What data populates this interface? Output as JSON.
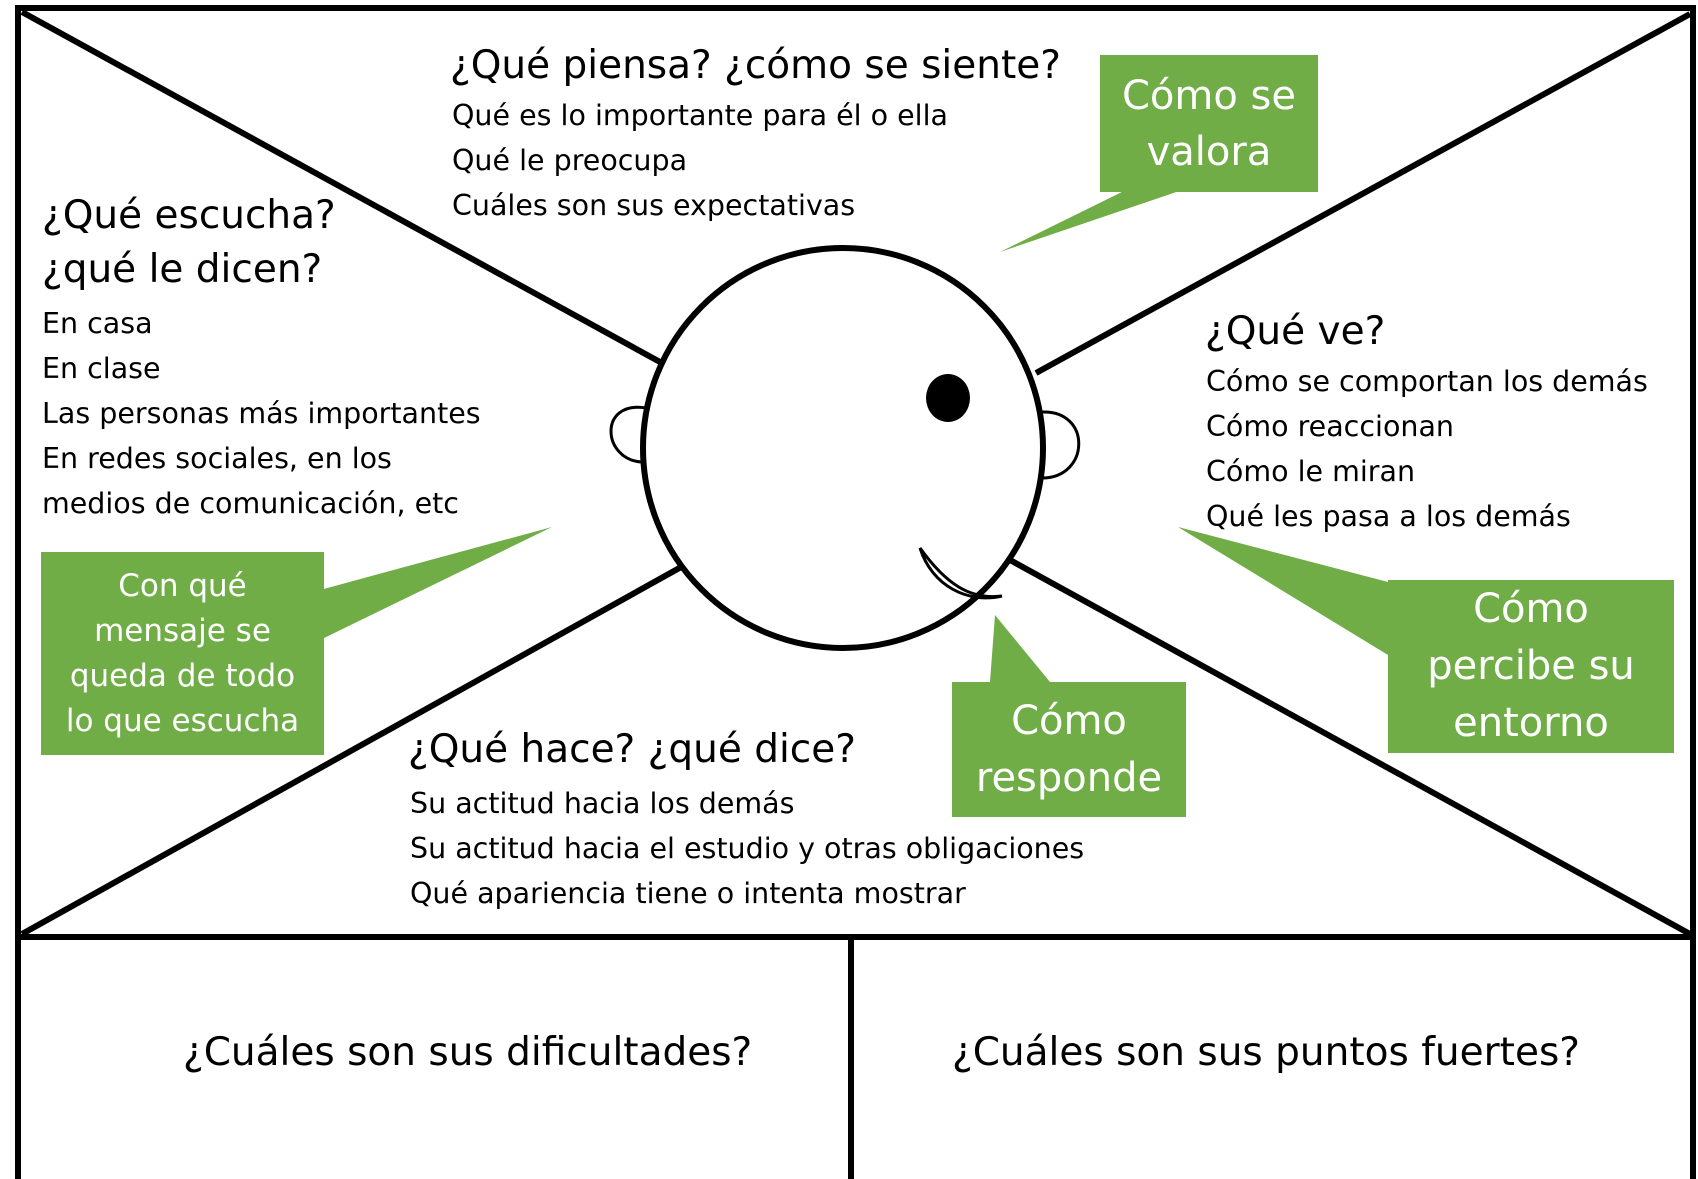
{
  "sections": {
    "thinks": {
      "heading": "¿Qué piensa? ¿cómo se siente?",
      "items": [
        "Qué es lo importante para él o ella",
        "Qué le preocupa",
        "Cuáles son sus expectativas"
      ]
    },
    "hears": {
      "heading_line1": "¿Qué escucha?",
      "heading_line2": "¿qué le dicen?",
      "items": [
        "En casa",
        "En clase",
        "Las personas más importantes",
        "En redes sociales, en los",
        "medios de comunicación, etc"
      ]
    },
    "sees": {
      "heading": "¿Qué ve?",
      "items": [
        "Cómo se comportan los demás",
        "Cómo reaccionan",
        "Cómo le miran",
        "Qué les pasa a los demás"
      ]
    },
    "does": {
      "heading": "¿Qué hace? ¿qué dice?",
      "items": [
        "Su actitud hacia los demás",
        "Su actitud hacia el estudio y otras obligaciones",
        "Qué apariencia tiene o intenta mostrar"
      ]
    }
  },
  "callouts": {
    "values": "Cómo se\nvalora",
    "message": "Con qué\nmensaje se\nqueda de todo\nlo que escucha",
    "environment": "Cómo\npercibe su\nentorno",
    "responds": "Cómo\nresponde"
  },
  "bottom": {
    "difficulties": "¿Cuáles son sus dificultades?",
    "strengths": "¿Cuáles son sus puntos fuertes?"
  },
  "colors": {
    "callout_green": "#70ad47",
    "line": "#000000"
  }
}
